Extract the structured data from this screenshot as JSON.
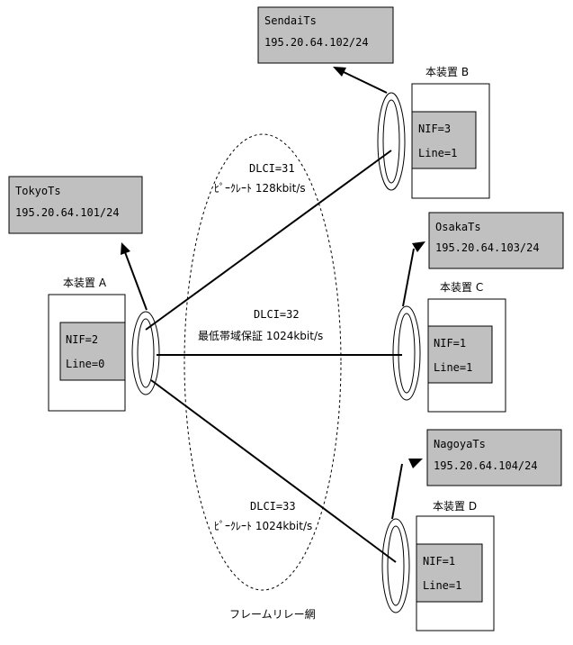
{
  "network": {
    "label": "フレームリレー網"
  },
  "devices": {
    "a": {
      "label": "本装置 A",
      "nif": "NIF=2",
      "line": "Line=0"
    },
    "b": {
      "label": "本装置 B",
      "nif": "NIF=3",
      "line": "Line=1"
    },
    "c": {
      "label": "本装置 C",
      "nif": "NIF=1",
      "line": "Line=1"
    },
    "d": {
      "label": "本装置 D",
      "nif": "NIF=1",
      "line": "Line=1"
    }
  },
  "terminals": {
    "tokyo": {
      "name": "TokyoTs",
      "ip": "195.20.64.101/24"
    },
    "sendai": {
      "name": "SendaiTs",
      "ip": "195.20.64.102/24"
    },
    "osaka": {
      "name": "OsakaTs",
      "ip": "195.20.64.103/24"
    },
    "nagoya": {
      "name": "NagoyaTs",
      "ip": "195.20.64.104/24"
    }
  },
  "links": {
    "ab": {
      "dlci": "DLCI=31",
      "rate": "ﾋﾟｰｸﾚｰﾄ 128kbit/s"
    },
    "ac": {
      "dlci": "DLCI=32",
      "rate": "最低帯域保証 1024kbit/s"
    },
    "ad": {
      "dlci": "DLCI=33",
      "rate": "ﾋﾟｰｸﾚｰﾄ 1024kbit/s"
    }
  }
}
